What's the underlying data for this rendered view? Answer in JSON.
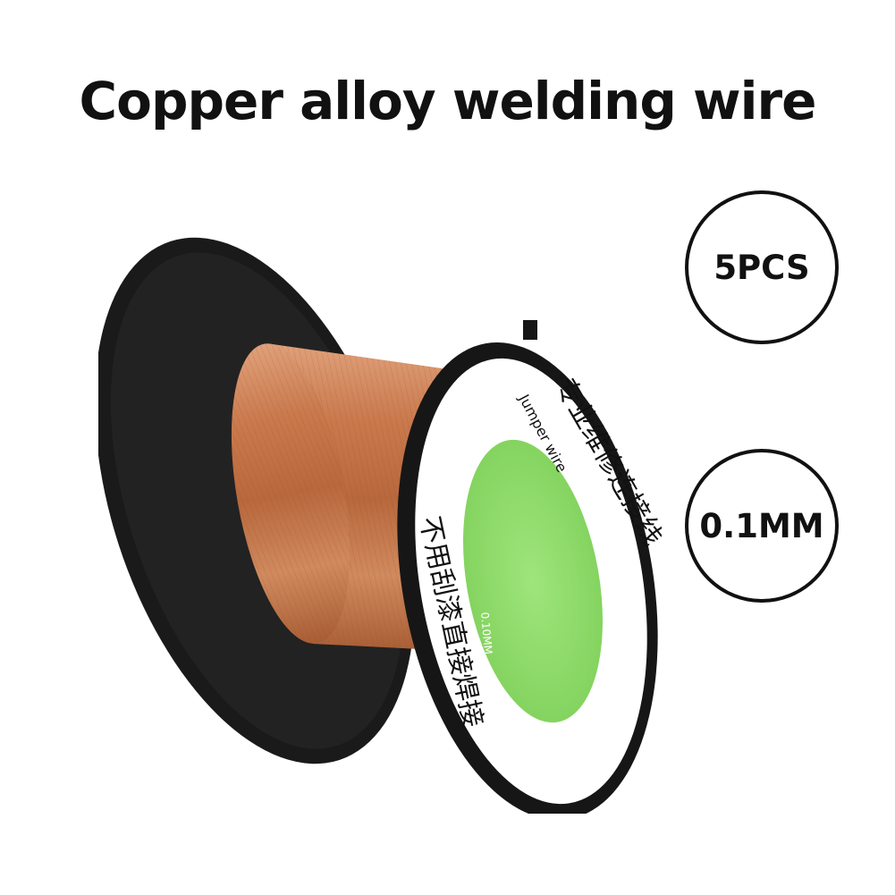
{
  "headline": "Copper alloy welding wire",
  "badges": [
    {
      "label": "5PCS"
    },
    {
      "label": "0.1MM"
    }
  ],
  "spool": {
    "label_chinese_top": "专业维修连接线",
    "label_english": "Jumper wire",
    "label_chinese_bottom": "不用刮漆直接焊接",
    "label_size": "0.10MM"
  },
  "colors": {
    "text": "#111111",
    "spool_flange": "#1a1a1a",
    "copper": "#c8794f",
    "label_green": "#8fdc6a",
    "label_white": "#ffffff"
  }
}
